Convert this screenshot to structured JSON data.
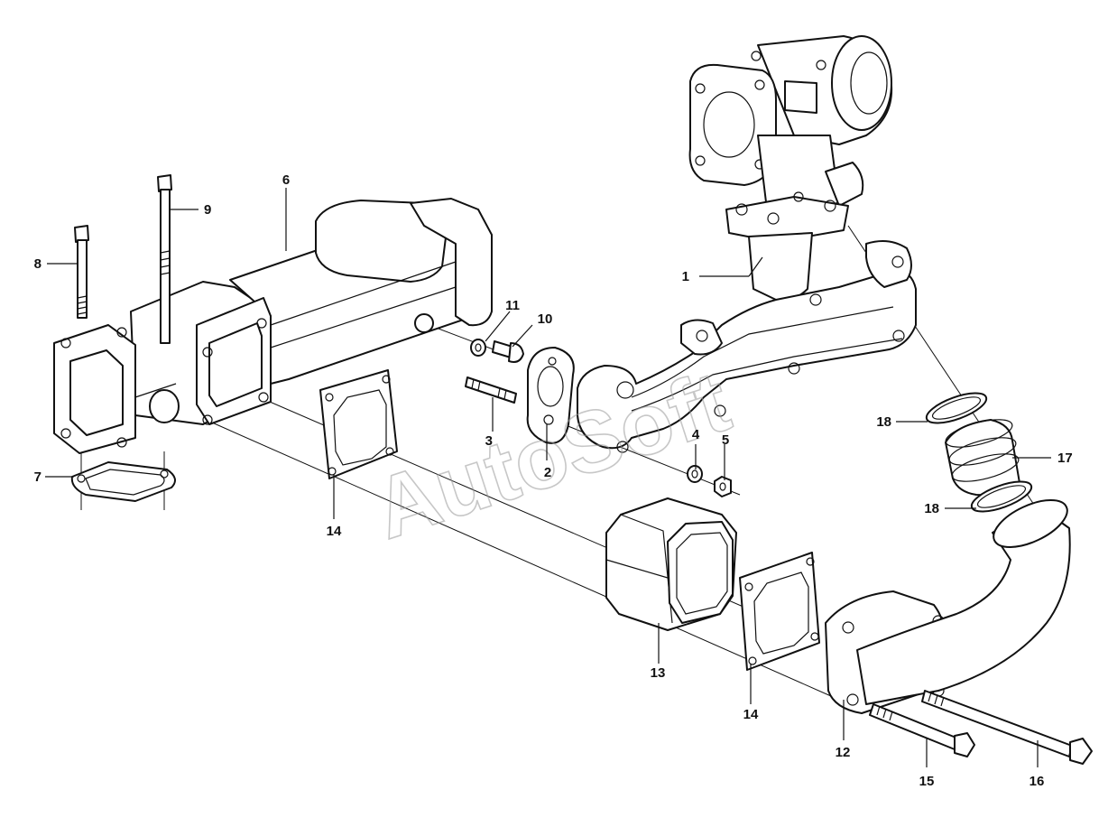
{
  "watermark": "AutoSoft",
  "callouts": {
    "c1": "1",
    "c2": "2",
    "c3": "3",
    "c4": "4",
    "c5": "5",
    "c6": "6",
    "c7": "7",
    "c8": "8",
    "c9": "9",
    "c10": "10",
    "c11": "11",
    "c12": "12",
    "c13": "13",
    "c14a": "14",
    "c14b": "14",
    "c15": "15",
    "c16": "16",
    "c17": "17",
    "c18a": "18",
    "c18b": "18"
  }
}
